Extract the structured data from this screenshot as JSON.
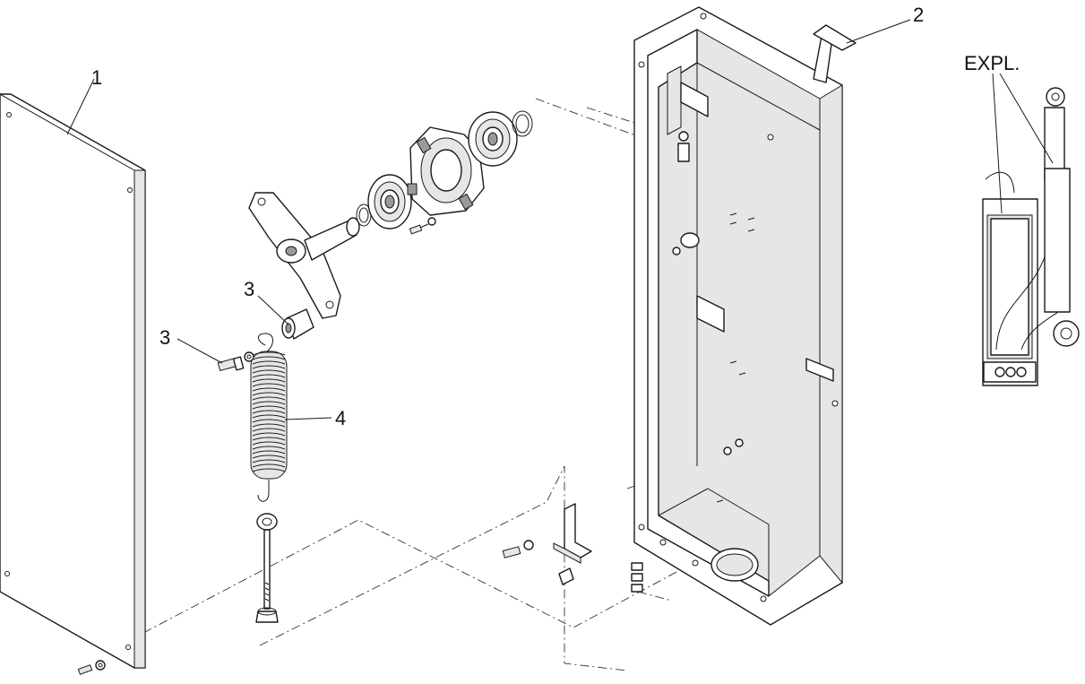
{
  "callouts": {
    "panel": "1",
    "housing": "2",
    "bushing": "3",
    "bolt": "3",
    "spring": "4",
    "explode": "EXPL."
  }
}
